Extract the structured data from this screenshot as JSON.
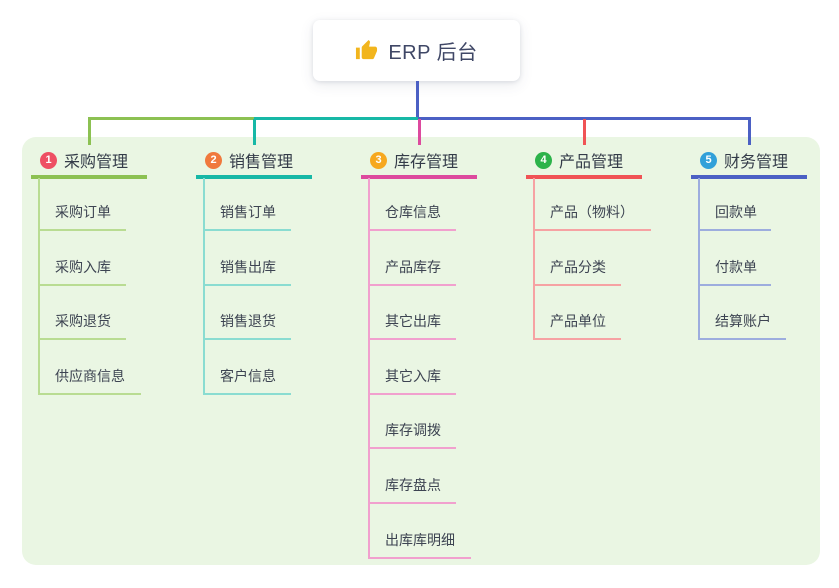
{
  "root": {
    "title": "ERP 后台",
    "icon": "thumbs-up-icon",
    "icon_color": "#f2b51d",
    "text_color": "#3f4766"
  },
  "canvas": {
    "background": "#ffffff",
    "panel_background": "#eaf6e3",
    "root_connector_color": "#4b60c4"
  },
  "branches": [
    {
      "number": "1",
      "title": "采购管理",
      "badge_color": "#ee4f63",
      "line_color": "#8cc152",
      "tint_color": "#b9dc92",
      "children": [
        "采购订单",
        "采购入库",
        "采购退货",
        "供应商信息"
      ]
    },
    {
      "number": "2",
      "title": "销售管理",
      "badge_color": "#f0793d",
      "line_color": "#17b8a6",
      "tint_color": "#8adcd1",
      "children": [
        "销售订单",
        "销售出库",
        "销售退货",
        "客户信息"
      ]
    },
    {
      "number": "3",
      "title": "库存管理",
      "badge_color": "#f6a81f",
      "line_color": "#dd4a9e",
      "tint_color": "#f1a0ce",
      "children": [
        "仓库信息",
        "产品库存",
        "其它出库",
        "其它入库",
        "库存调拨",
        "库存盘点",
        "出库库明细"
      ]
    },
    {
      "number": "4",
      "title": "产品管理",
      "badge_color": "#2cb34a",
      "line_color": "#f05355",
      "tint_color": "#f6a2a3",
      "children": [
        "产品（物料）",
        "产品分类",
        "产品单位"
      ]
    },
    {
      "number": "5",
      "title": "财务管理",
      "badge_color": "#31a0d9",
      "line_color": "#4b60c4",
      "tint_color": "#9dadde",
      "children": [
        "回款单",
        "付款单",
        "结算账户"
      ]
    }
  ]
}
